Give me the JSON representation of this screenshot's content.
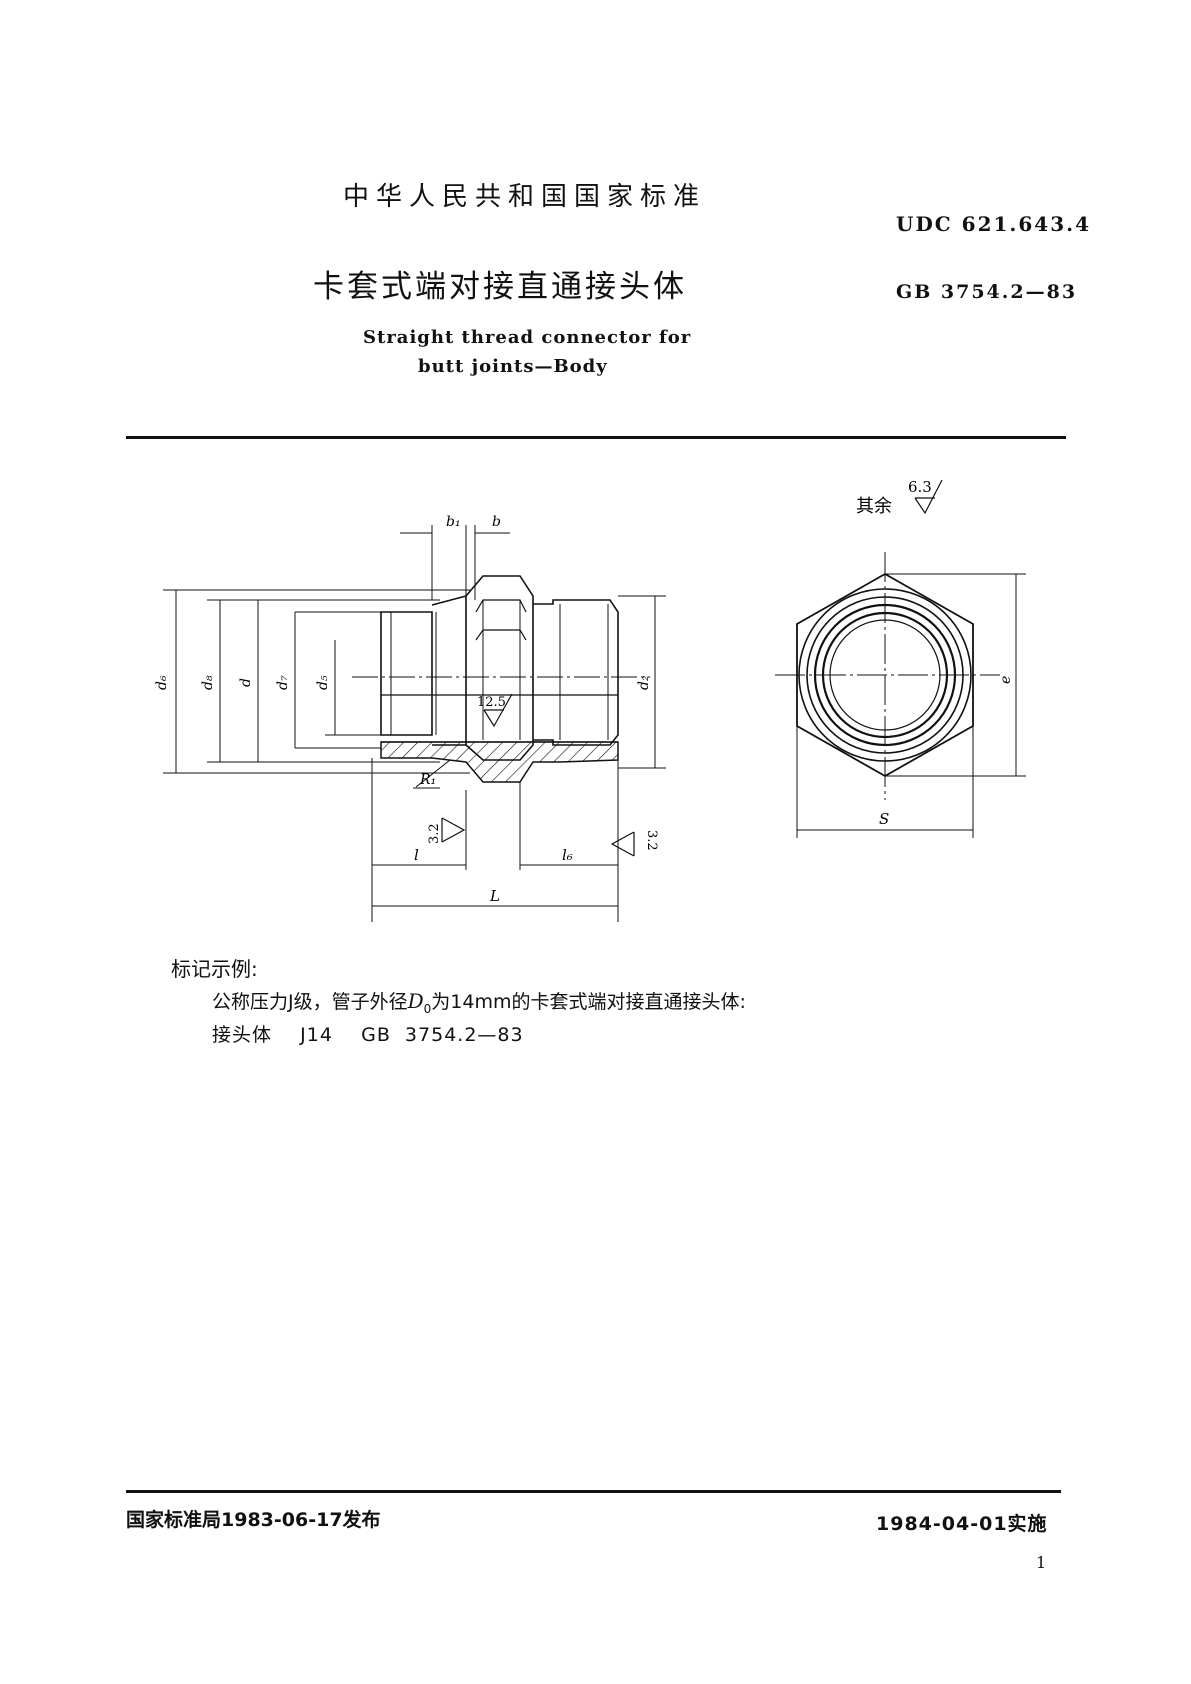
{
  "header": {
    "standard_country": "中华人民共和国国家标准",
    "udc": "UDC  621.643.4",
    "title_cn": "卡套式端对接直通接头体",
    "gb_code": "GB  3754.2—83",
    "title_en_line1": "Straight  thread  connector  for",
    "title_en_line2": "butt  joints—Body"
  },
  "drawing": {
    "labels": {
      "b1": "b₁",
      "b": "b",
      "d6": "d₆",
      "d8": "d₈",
      "d": "d",
      "d7": "d₇",
      "d5": "d₅",
      "d2": "d₂",
      "R1": "R₁",
      "l": "l",
      "l6": "l₆",
      "L": "L",
      "e": "e",
      "S": "S"
    },
    "roughness": {
      "other_label": "其余",
      "other_value": "6.3",
      "inner": "12.5",
      "left_face": "3.2",
      "right_face": "3.2"
    }
  },
  "example": {
    "heading": "标记示例:",
    "line1_before": "公称压力J级，管子外径",
    "line1_symbol": "D",
    "line1_subscript": "0",
    "line1_after": "为14mm的卡套式端对接直通接头体:",
    "line2": "接头体    J14    GB  3754.2—83"
  },
  "footer": {
    "issued": "国家标准局1983-06-17发布",
    "effective": "1984-04-01实施",
    "page_number": "1"
  }
}
